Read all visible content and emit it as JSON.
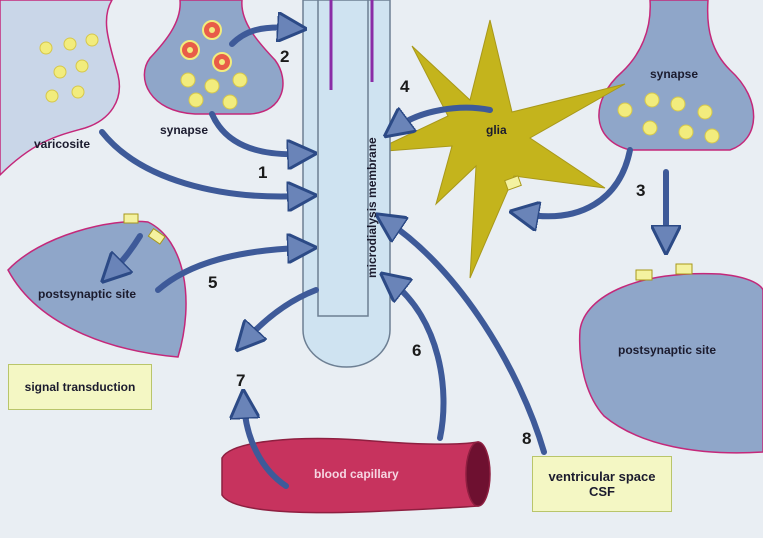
{
  "labels": {
    "varicosite": "varicosite",
    "synapse_left": "synapse",
    "synapse_right": "synapse",
    "glia": "glia",
    "membrane": "microdialysis membrane",
    "postsynaptic_left": "postsynaptic site",
    "postsynaptic_right": "postsynaptic site",
    "capillary": "blood capillary"
  },
  "boxes": {
    "signal": "signal transduction",
    "csf_line1": "ventricular space",
    "csf_line2": "CSF"
  },
  "numbers": {
    "n1": "1",
    "n2": "2",
    "n3": "3",
    "n4": "4",
    "n5": "5",
    "n6": "6",
    "n7": "7",
    "n8": "8"
  },
  "colors": {
    "background": "#e9eef3",
    "neuron_fill": "#8fa6c9",
    "neuron_outline": "#c4287a",
    "glia_fill": "#c4b41c",
    "arrow_fill": "#6a84b8",
    "arrow_outline": "#2c4a86",
    "vesicle": "#f2ec7d",
    "capillary": "#c7335e",
    "probe_fill": "#cfe3f1",
    "box_fill": "#f4f7c4"
  }
}
